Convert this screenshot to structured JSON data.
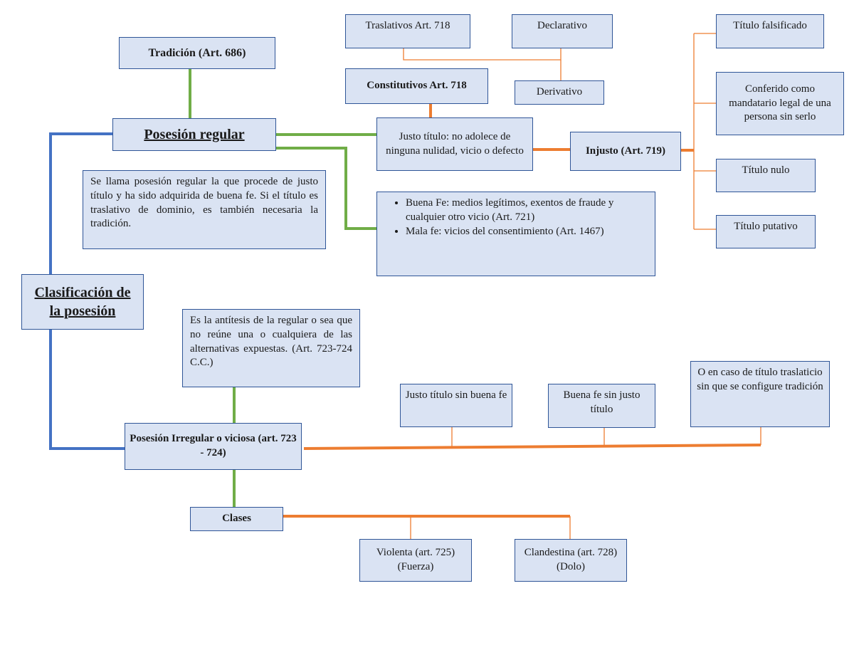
{
  "colors": {
    "blue": "#4472c4",
    "green": "#70ad47",
    "orange": "#ed7d31",
    "box_fill": "#dae3f3",
    "box_border": "#2f5597"
  },
  "nodes": {
    "clasificacion": "Clasificación de la posesión",
    "posesion_regular": "Posesión regular",
    "tradicion": "Tradición (Art. 686)",
    "definicion_regular": "Se llama posesión regular la que procede de justo título y ha sido adquirida de buena fe. Si el título es traslativo de dominio, es también necesaria la tradición.",
    "justo_titulo": "Justo título: no adolece de ninguna nulidad, vicio o defecto",
    "constitutivos": "Constitutivos Art. 718",
    "traslativos": "Traslativos Art. 718",
    "declarativo": "Declarativo",
    "derivativo": "Derivativo",
    "injusto": "Injusto (Art. 719)",
    "titulo_falsificado": "Título falsificado",
    "conferido_mandatario": "Conferido como mandatario legal de una persona sin serlo",
    "titulo_nulo": "Título nulo",
    "titulo_putativo": "Título putativo",
    "fe": [
      "Buena Fe: medios legítimos, exentos de fraude y cualquier otro vicio (Art. 721)",
      "Mala fe: vicios del consentimiento (Art. 1467)"
    ],
    "antitesis": "Es la antítesis de la regular o sea que no reúne una o cualquiera de las alternativas expuestas. (Art. 723-724 C.C.)",
    "posesion_irregular": "Posesión Irregular o viciosa (art. 723 - 724)",
    "justo_sin_buena_fe": "Justo título sin buena fe",
    "buena_fe_sin_justo": "Buena fe sin justo título",
    "titulo_traslaticio": "O en caso de título traslaticio sin que se configure tradición",
    "clases": "Clases",
    "violenta": "Violenta (art. 725) (Fuerza)",
    "clandestina": "Clandestina (art. 728) (Dolo)"
  }
}
